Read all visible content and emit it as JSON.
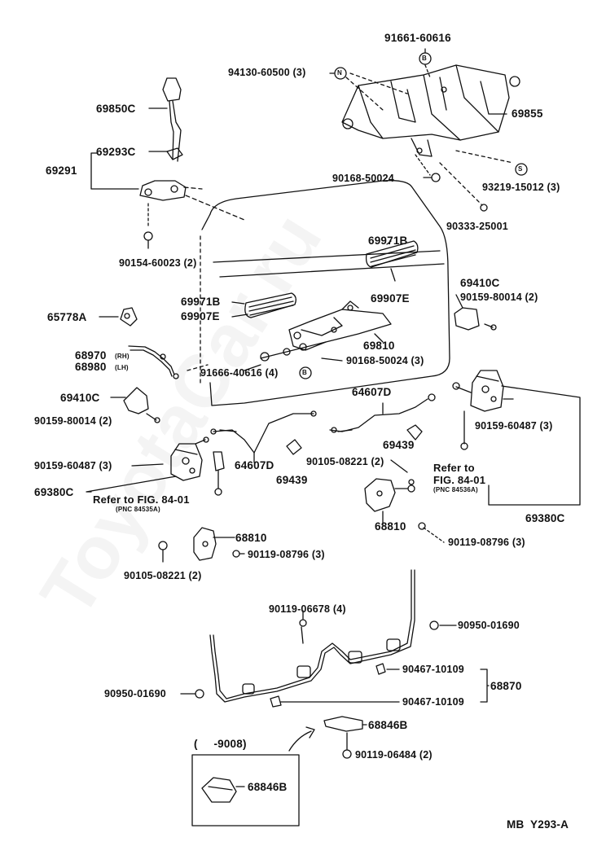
{
  "diagram_id": "MB  Y293-A",
  "watermark": "ToyotaCar.ru",
  "labels": {
    "p91661_60616": "91661-60616",
    "p94130_60500": "94130-60500 (3)",
    "p69855": "69855",
    "p69850C": "69850C",
    "p69293C": "69293C",
    "p69291": "69291",
    "p90168_50024_a": "90168-50024",
    "p93219_15012": "93219-15012 (3)",
    "p90333_25001": "90333-25001",
    "p90154_60023": "90154-60023 (2)",
    "p69971B_a": "69971B",
    "p69971B_b": "69971B",
    "p69907E_a": "69907E",
    "p69907E_b": "69907E",
    "p69410C_a": "69410C",
    "p90159_80014_a": "90159-80014 (2)",
    "p65778A": "65778A",
    "p69810": "69810",
    "p68970": "68970",
    "p68980": "68980",
    "rh": "(RH)",
    "lh": "(LH)",
    "p90168_50024_b": "90168-50024 (3)",
    "p91666_40616": "91666-40616 (4)",
    "p69410C_b": "69410C",
    "p64607D_a": "64607D",
    "p90159_80014_b": "90159-80014 (2)",
    "p90159_60487_a": "90159-60487 (3)",
    "p69439_a": "69439",
    "p90105_08221_a": "90105-08221 (2)",
    "p90159_60487_b": "90159-60487 (3)",
    "p64607D_b": "64607D",
    "p69439_b": "69439",
    "p69380C_a": "69380C",
    "p68810_a": "68810",
    "p68810_b": "68810",
    "p90119_08796_a": "90119-08796 (3)",
    "p90119_08796_b": "90119-08796 (3)",
    "p90105_08221_b": "90105-08221 (2)",
    "p69380C_b": "69380C",
    "p90119_06678": "90119-06678 (4)",
    "p90950_01690_a": "90950-01690",
    "p90467_10109_a": "90467-10109",
    "p68870": "68870",
    "p90950_01690_b": "90950-01690",
    "p90467_10109_b": "90467-10109",
    "p68846B_a": "68846B",
    "p90119_06484": "90119-06484 (2)",
    "p68846B_b": "68846B",
    "range": "(     -9008)"
  },
  "refs": {
    "left": {
      "line1": "Refer to FIG. 84-01",
      "line2": "(PNC 84535A)"
    },
    "right": {
      "line1": "Refer to",
      "line2": "FIG. 84-01",
      "line3": "(PNC 84536A)"
    }
  },
  "markers": {
    "b1": "B",
    "b2": "B",
    "n": "N",
    "s": "S"
  }
}
